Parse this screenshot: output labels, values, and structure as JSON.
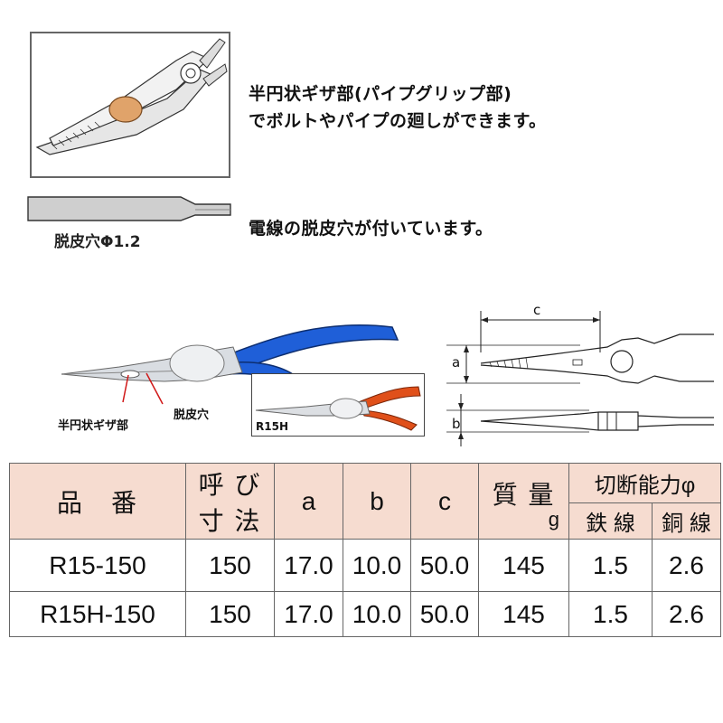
{
  "features": {
    "serrated_line1": "半円状ギザ部(パイプグリップ部)",
    "serrated_line2": "でボルトやパイプの廻しができます。",
    "strip_desc": "電線の脱皮穴が付いています。",
    "strip_label": "脱皮穴Φ1.2"
  },
  "product_image": {
    "callout_serrated": "半円状ギザ部",
    "callout_strip": "脱皮穴",
    "variant_label": "R15H",
    "handle_color_r15": "#1f5fd8",
    "handle_color_r15h": "#e0501a"
  },
  "dimension_diagram": {
    "label_a": "a",
    "label_b": "b",
    "label_c": "c"
  },
  "spec_table": {
    "header": {
      "part_no": "品　番",
      "nominal_top": "呼 び",
      "nominal_bottom": "寸 法",
      "a": "a",
      "b": "b",
      "c": "c",
      "mass_top": "質 量",
      "mass_unit": "g",
      "cutting": "切断能力φ",
      "iron": "鉄 線",
      "copper": "銅 線"
    },
    "rows": [
      {
        "part_no": "R15-150",
        "nominal": "150",
        "a": "17.0",
        "b": "10.0",
        "c": "50.0",
        "mass": "145",
        "iron": "1.5",
        "copper": "2.6"
      },
      {
        "part_no": "R15H-150",
        "nominal": "150",
        "a": "17.0",
        "b": "10.0",
        "c": "50.0",
        "mass": "145",
        "iron": "1.5",
        "copper": "2.6"
      }
    ],
    "header_bg": "#f6dcd0"
  }
}
